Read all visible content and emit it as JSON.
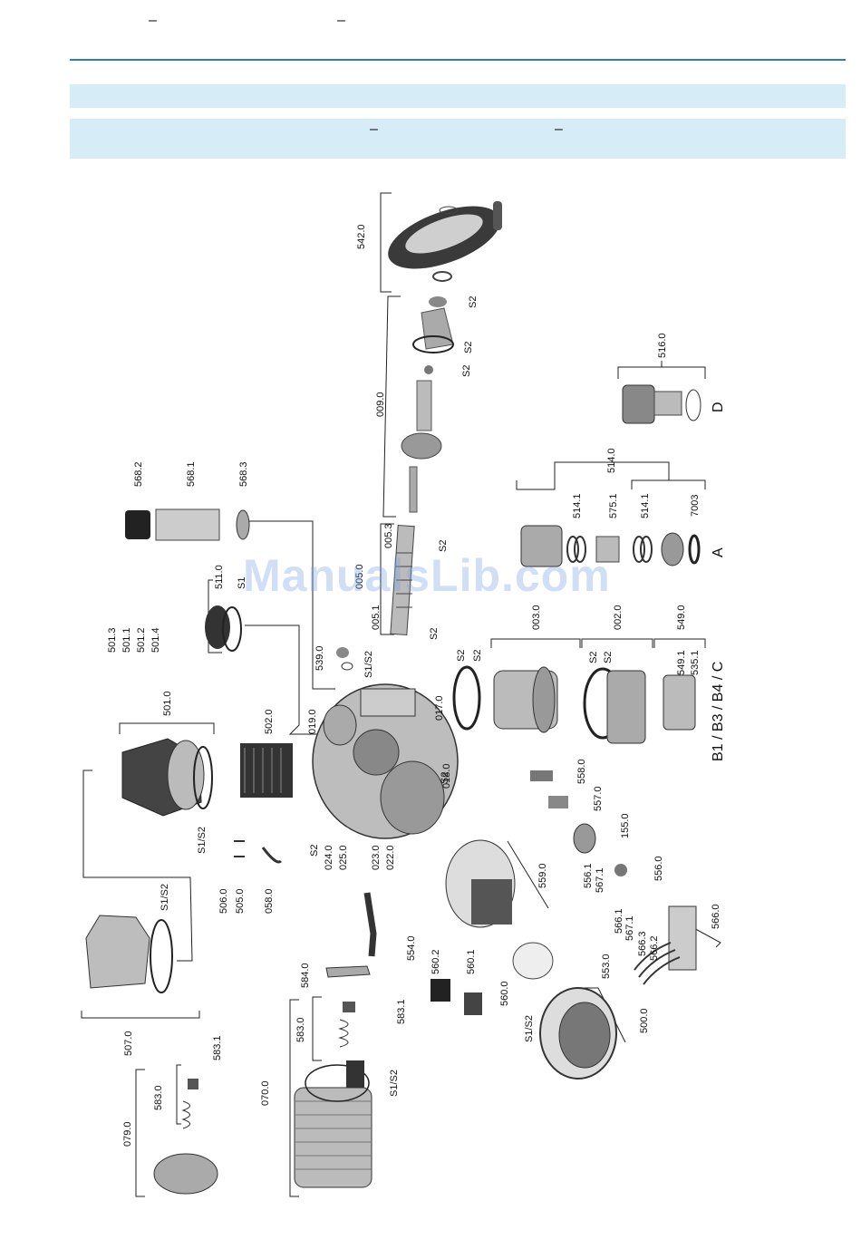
{
  "header": {
    "dash_left": "–",
    "dash_right": "–"
  },
  "band": {
    "dash_left": "–",
    "dash_right": "–"
  },
  "watermark": "ManualsLib.com",
  "labels": {
    "l542_0": "542.0",
    "l009_0": "009.0",
    "l005_3": "005.3",
    "l005_0": "005.0",
    "l005_1": "005.1",
    "l516_0": "516.0",
    "lD": "D",
    "l514_0": "514.0",
    "l514_1a": "514.1",
    "l575_1": "575.1",
    "l514_1b": "514.1",
    "l7003": "7003",
    "lA": "A",
    "l568_2": "568.2",
    "l568_1": "568.1",
    "l568_3": "568.3",
    "l511_0": "511.0",
    "lS1": "S1",
    "l501_3": "501.3",
    "l501_1": "501.1",
    "l501_2": "501.2",
    "l501_4": "501.4",
    "l501_0": "501.0",
    "l502_0": "502.0",
    "l539_0": "539.0",
    "l019_0": "019.0",
    "l017_0": "017.0",
    "l018_0": "018.0",
    "l003_0": "003.0",
    "l002_0": "002.0",
    "l549_0": "549.0",
    "l549_1": "549.1",
    "l535_1": "535.1",
    "lB": "B1 / B3 / B4 / C",
    "l558_0": "558.0",
    "l557_0": "557.0",
    "l155_0": "155.0",
    "l556_1": "556.1",
    "l567_1a": "567.1",
    "l556_0": "556.0",
    "l559_0": "559.0",
    "l566_1": "566.1",
    "l567_1b": "567.1",
    "l566_3": "566.3",
    "l566_2": "566.2",
    "l566_0": "566.0",
    "l553_0": "553.0",
    "l500_0": "500.0",
    "l554_0": "554.0",
    "l560_2": "560.2",
    "l560_1": "560.1",
    "l560_0": "560.0",
    "l584_0": "584.0",
    "l583_0a": "583.0",
    "l583_1a": "583.1",
    "l070_0": "070.0",
    "l506_0": "506.0",
    "l505_0": "505.0",
    "l058_0": "058.0",
    "l507_0": "507.0",
    "l079_0": "079.0",
    "l583_0b": "583.0",
    "l583_1b": "583.1",
    "l024_0": "024.0",
    "l025_0": "025.0",
    "l023_0": "023.0",
    "l022_0": "022.0",
    "lS2": "S2",
    "lS1S2": "S1/S2"
  }
}
